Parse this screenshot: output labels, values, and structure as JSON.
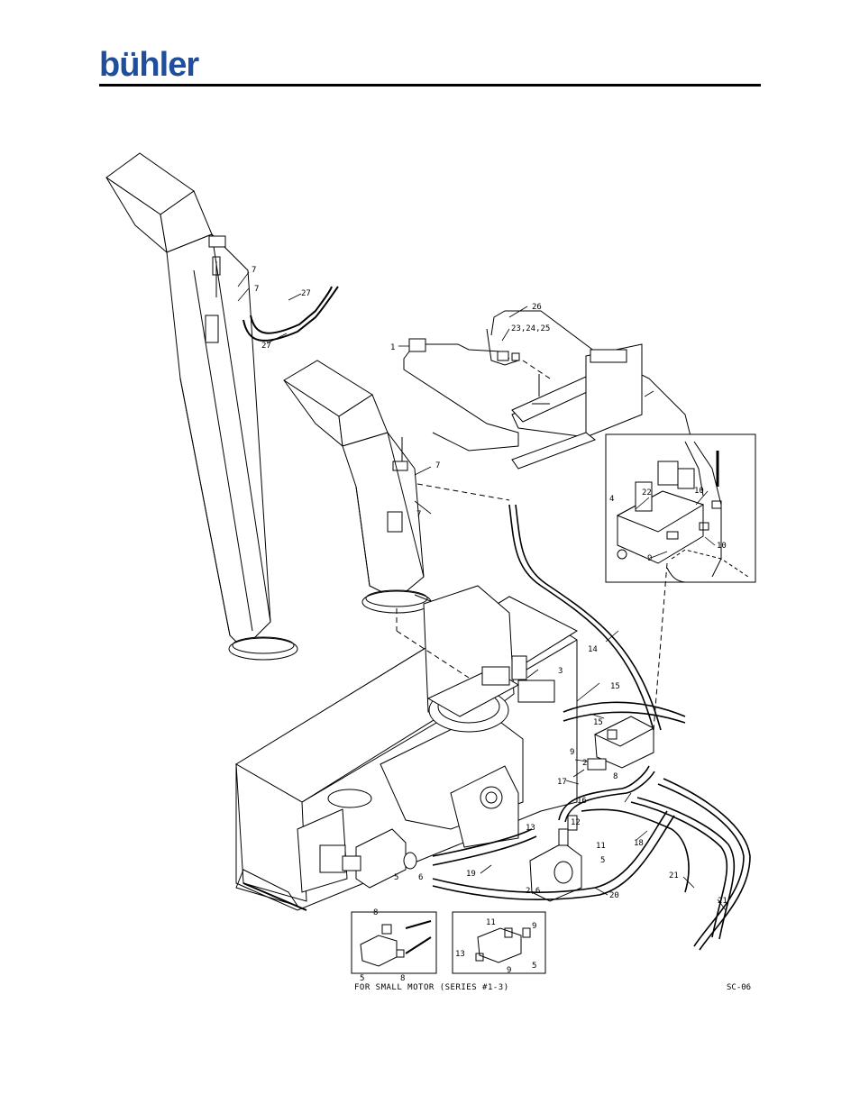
{
  "header": {
    "brand": "bühler"
  },
  "diagram": {
    "callouts": {
      "c1": "1",
      "c2": "2",
      "c3": "3",
      "c4": "4",
      "c5a": "5",
      "c5b": "5",
      "c5c": "5",
      "c5d": "5",
      "c6": "6",
      "c26b": "2,6",
      "c7a": "7",
      "c7b": "7",
      "c7c": "7",
      "c7d": "7",
      "c8a": "8",
      "c8b": "8",
      "c8c": "8",
      "c9a": "9",
      "c9b": "9",
      "c9c": "9",
      "c9d": "9",
      "c10a": "10",
      "c10b": "10",
      "c11a": "11",
      "c11b": "11",
      "c12": "12",
      "c13a": "13",
      "c13b": "13",
      "c14": "14",
      "c15a": "15",
      "c15b": "15",
      "c16": "16",
      "c17": "17",
      "c18": "18",
      "c19": "19",
      "c20": "20",
      "c21a": "21",
      "c21b": "21",
      "c22": "22",
      "c232425": "23,24,25",
      "c26": "26",
      "c27a": "27",
      "c27b": "27"
    },
    "caption": "FOR SMALL MOTOR (SERIES #1-3)",
    "code": "SC-06"
  }
}
